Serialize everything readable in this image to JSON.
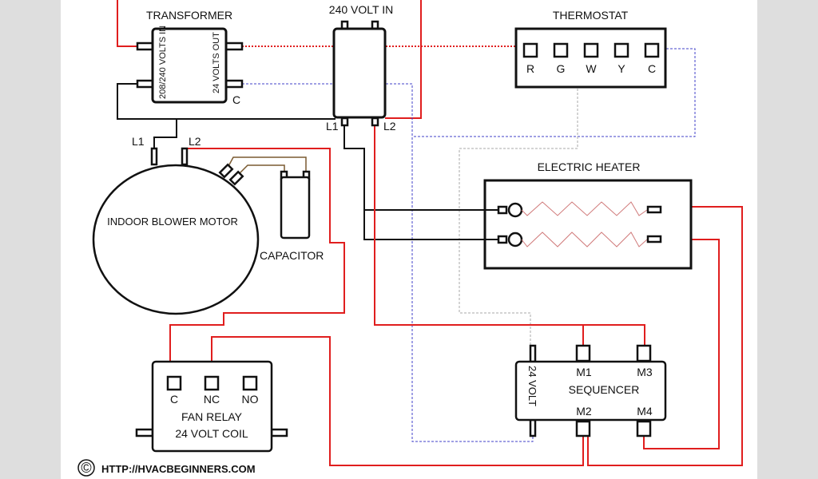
{
  "transformer": {
    "title": "TRANSFORMER",
    "input_label": "208/240 VOLTS IN",
    "output_label": "24 VOLTS OUT",
    "common_label": "C"
  },
  "power_in": {
    "title": "240 VOLT IN",
    "l1": "L1",
    "l2": "L2"
  },
  "thermostat": {
    "title": "THERMOSTAT",
    "terminals": [
      "R",
      "G",
      "W",
      "Y",
      "C"
    ]
  },
  "heater": {
    "title": "ELECTRIC HEATER"
  },
  "motor": {
    "title": "INDOOR BLOWER MOTOR",
    "l1": "L1",
    "l2": "L2"
  },
  "capacitor": {
    "title": "CAPACITOR"
  },
  "fan_relay": {
    "title_line1": "FAN RELAY",
    "title_line2": "24 VOLT COIL",
    "terminals": [
      "C",
      "NC",
      "NO"
    ]
  },
  "sequencer": {
    "title": "SEQUENCER",
    "coil_label": "24 VOLT",
    "m1": "M1",
    "m2": "M2",
    "m3": "M3",
    "m4": "M4"
  },
  "footer": {
    "copyright_symbol": "©",
    "url": "HTTP://HVACBEGINNERS.COM"
  },
  "colors": {
    "line_voltage": "#e01e1e",
    "low_voltage_common": "#4040c8",
    "thermostat_w": "#aaaaaa",
    "capacitor_wire": "#7a5a30",
    "neutral": "#111111",
    "side_margin": "#dedede"
  }
}
